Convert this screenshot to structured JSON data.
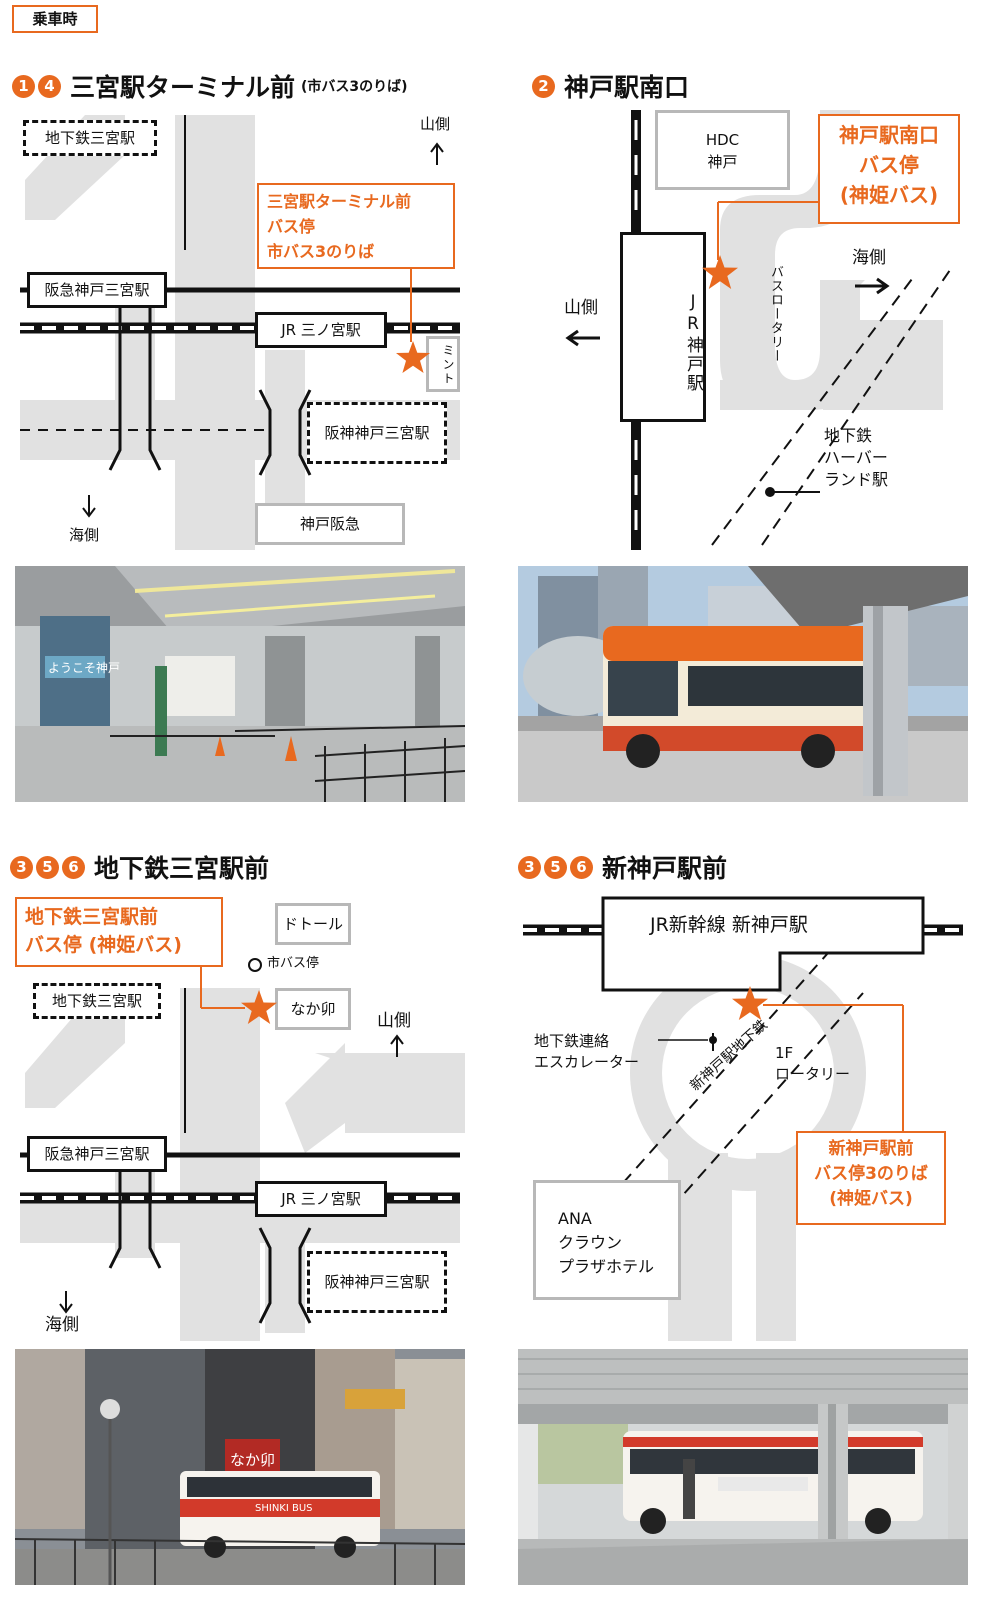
{
  "tag": "乗車時",
  "colors": {
    "accent": "#e8691f",
    "road": "#e1e1e1",
    "line": "#111111"
  },
  "panels": {
    "p1": {
      "badges": [
        "1",
        "4"
      ],
      "title": "三宮駅ターミナル前",
      "subtitle": "(市バス3のりば)",
      "labels": {
        "subway": "地下鉄三宮駅",
        "hankyu": "阪急神戸三宮駅",
        "jr": "JR 三ノ宮駅",
        "mint": "ミント",
        "hanshin": "阪神神戸三宮駅",
        "kobehankyu": "神戸阪急",
        "yama": "山側",
        "umi": "海側"
      },
      "callout": "三宮駅ターミナル前\nバス停\n市バス3のりば"
    },
    "p2": {
      "badges": [
        "2"
      ],
      "title": "神戸駅南口",
      "labels": {
        "hdc": "HDC\n神戸",
        "jr": "JR神戸駅",
        "rotary": "バスロータリー",
        "yama": "山側",
        "umi": "海側",
        "harbor": "地下鉄\nハーバー\nランド駅"
      },
      "callout": "神戸駅南口\nバス停\n(神姫バス)"
    },
    "p3": {
      "badges": [
        "3",
        "5",
        "6"
      ],
      "title": "地下鉄三宮駅前",
      "labels": {
        "doutor": "ドトール",
        "citybus": "市バス停",
        "nakau": "なか卯",
        "subway": "地下鉄三宮駅",
        "hankyu": "阪急神戸三宮駅",
        "jr": "JR 三ノ宮駅",
        "hanshin": "阪神神戸三宮駅",
        "yama": "山側",
        "umi": "海側"
      },
      "callout": "地下鉄三宮駅前\nバス停 (神姫バス)"
    },
    "p4": {
      "badges": [
        "3",
        "5",
        "6"
      ],
      "title": "新神戸駅前",
      "labels": {
        "shinkansen": "JR新幹線 新神戸駅",
        "escalator": "地下鉄連絡\nエスカレーター",
        "rotary": "1F\nロータリー",
        "subway": "新神戸駅地下鉄",
        "ana": "ANA\nクラウン\nプラザホテル"
      },
      "callout": "新神戸駅前\nバス停3のりば\n(神姫バス)"
    }
  },
  "photos": {
    "p1": "bus-terminal-photo",
    "p2": "kobe-station-bus-photo",
    "p3": "subway-sannomiya-street-photo",
    "p4": "shin-kobe-rotary-photo"
  },
  "photo_text": {
    "welcome": "ようこそ神戸",
    "nakau_sign": "なか卯",
    "bus_brand": "SHINKI BUS"
  }
}
